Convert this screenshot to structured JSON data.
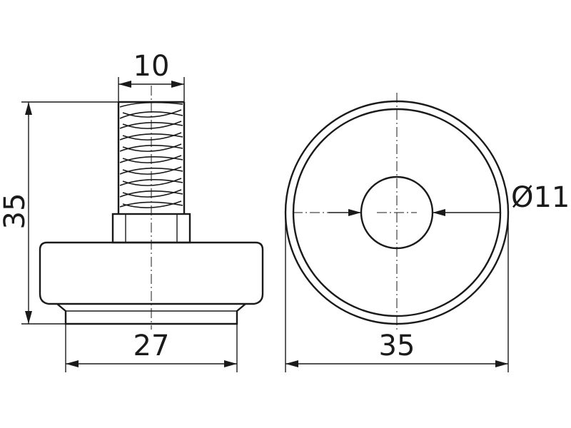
{
  "dimensions": {
    "thread_diameter": "10",
    "total_height": "35",
    "base_diameter": "27",
    "top_view_diameter": "35",
    "hole_diameter": "Ø11"
  },
  "colors": {
    "line": "#1a1a1a",
    "background": "#ffffff"
  }
}
